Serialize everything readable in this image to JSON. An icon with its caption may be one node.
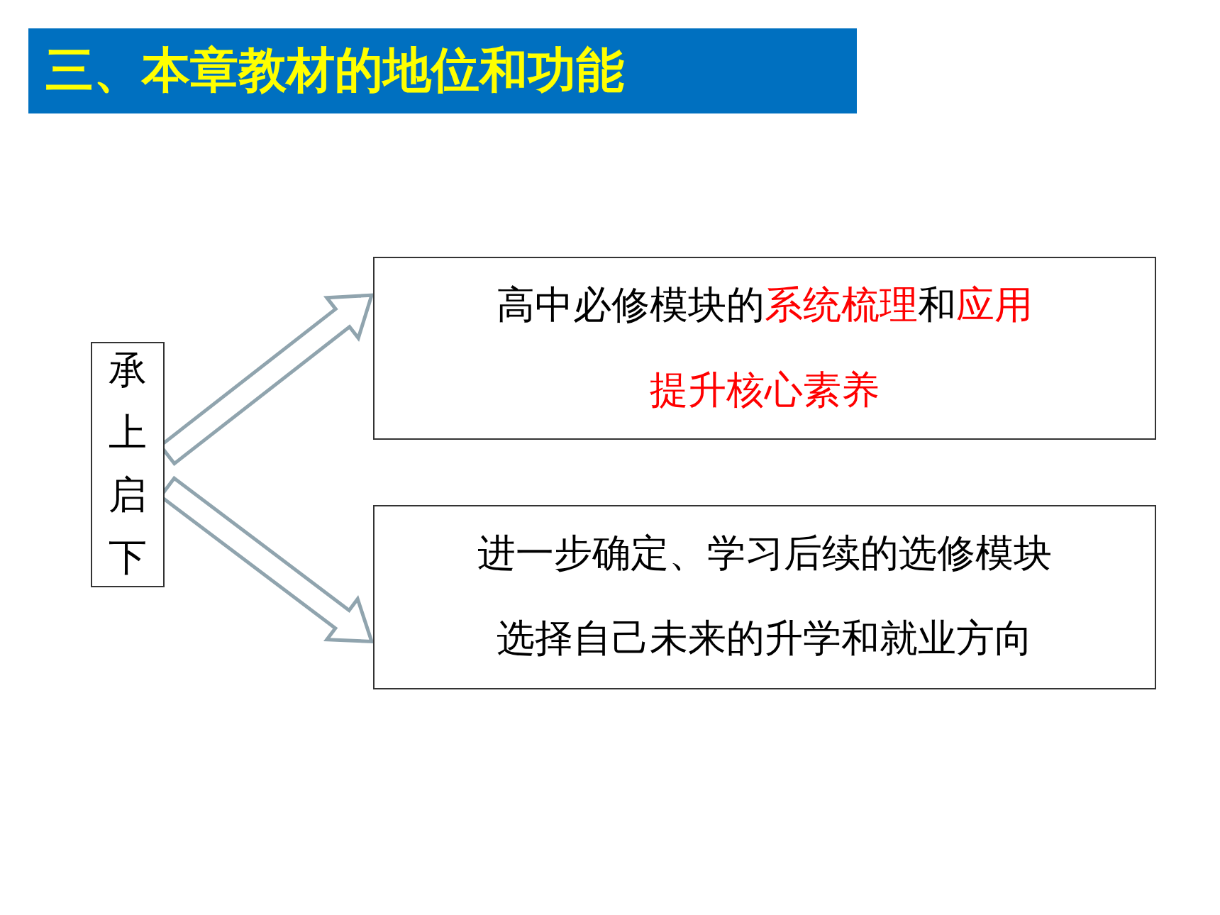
{
  "diagram": {
    "title": "三、本章教材的地位和功能",
    "nodes": [
      {
        "text": [
          "承上启下"
        ]
      },
      {
        "text": [
          "高中必修模块的**系统梳理**和**应用提升核心素养**"
        ]
      },
      {
        "text": [
          "进一步确定、学习后续的选修模块选择自己未来的升学和就业方向"
        ]
      }
    ],
    "edges": [
      {
        "from": 0,
        "to": 1,
        "arrow": "to"
      },
      {
        "from": 0,
        "to": 2,
        "arrow": "to"
      }
    ]
  }
}
